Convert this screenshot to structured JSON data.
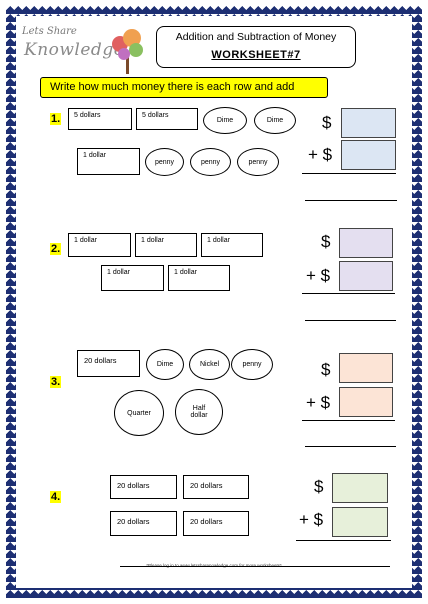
{
  "logo": {
    "line1": "Lets Share",
    "line2": "Knowledge"
  },
  "header": {
    "title": "Addition and Subtraction of Money",
    "subtitle": "WORKSHEET#7"
  },
  "instruction": "Write how much money there is each row and add",
  "problems": [
    {
      "number": "1.",
      "items": [
        "5 dollars",
        "5 dollars",
        "Dime",
        "Dime",
        "1 dollar",
        "penny",
        "penny",
        "penny"
      ]
    },
    {
      "number": "2.",
      "items": [
        "1 dollar",
        "1 dollar",
        "1 dollar",
        "1 dollar",
        "1 dollar"
      ]
    },
    {
      "number": "3.",
      "items": [
        "20 dollars",
        "Dime",
        "Nickel",
        "penny",
        "Quarter",
        "Half dollar"
      ]
    },
    {
      "number": "4.",
      "items": [
        "20 dollars",
        "20 dollars",
        "20 dollars",
        "20 dollars"
      ]
    }
  ],
  "symbols": {
    "dollar": "$",
    "plus_dollar": "+ $"
  },
  "colors": {
    "border": "#1d2f73",
    "highlight": "#ffff00",
    "box1": "#dce6f3",
    "box2": "#e4dff0",
    "box3": "#fce4d6",
    "box4": "#e7f0da"
  },
  "footer": "*Please log in to www.letssharenowledge.com for more worksheets*"
}
